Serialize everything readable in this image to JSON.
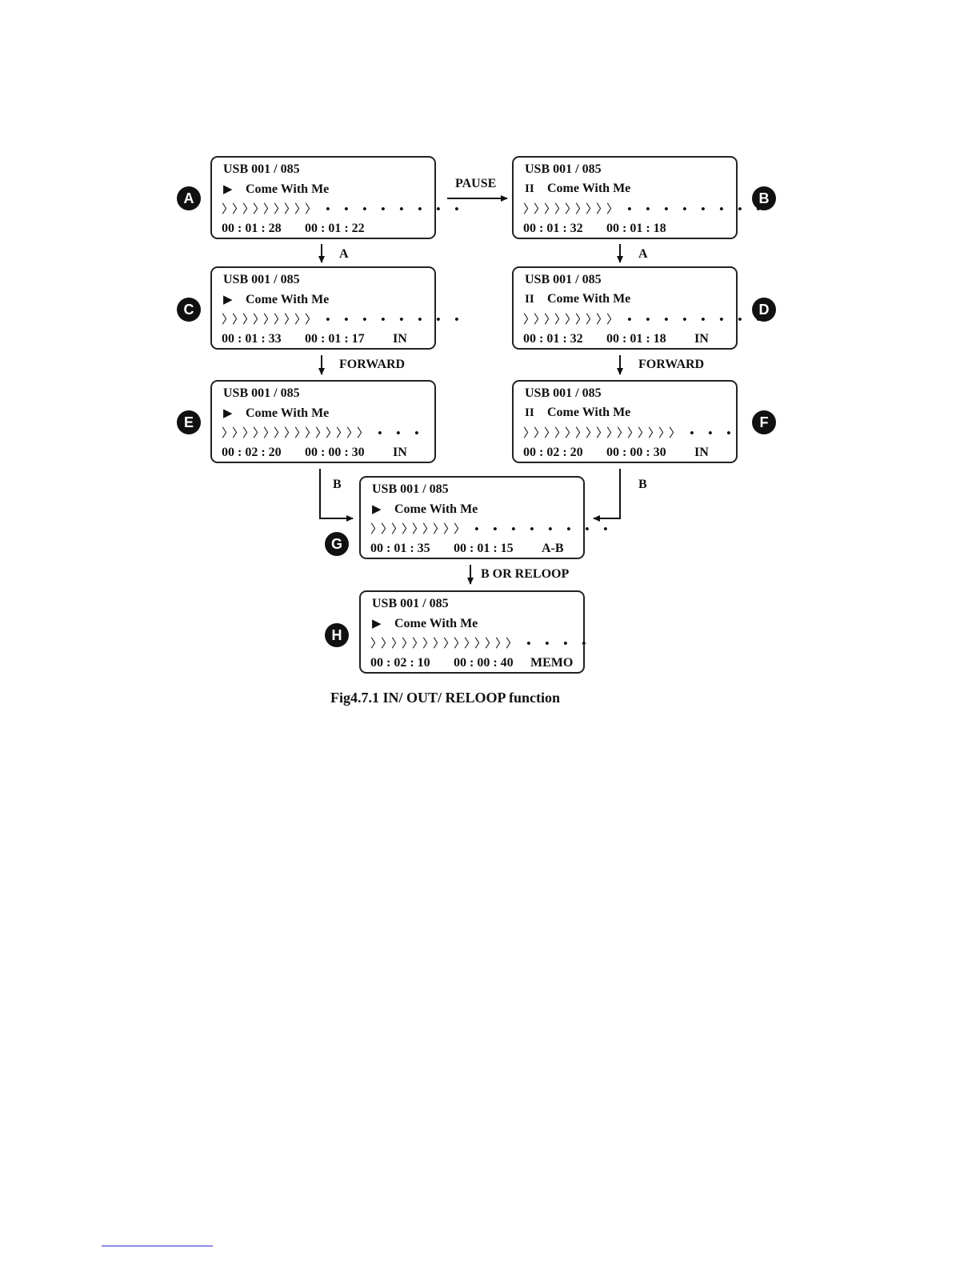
{
  "panels": {
    "A": {
      "badge": "A",
      "source": "USB  001 / 085",
      "symbol": "▶",
      "title": "Come  With  Me",
      "filled": "〉〉〉〉〉〉〉〉〉",
      "empty": "• • • • • • • •",
      "elapsed": "00 : 01 : 28",
      "remain": "00 : 01 : 22",
      "status": ""
    },
    "B": {
      "badge": "B",
      "source": "USB  001 / 085",
      "symbol": "II",
      "title": "Come  With  Me",
      "filled": "〉〉〉〉〉〉〉〉〉",
      "empty": "• • • • • • • •",
      "elapsed": "00 : 01 : 32",
      "remain": "00 : 01 : 18",
      "status": ""
    },
    "C": {
      "badge": "C",
      "source": "USB  001 / 085",
      "symbol": "▶",
      "title": "Come  With  Me",
      "filled": "〉〉〉〉〉〉〉〉〉",
      "empty": "• • • • • • • •",
      "elapsed": "00 : 01 : 33",
      "remain": "00 : 01 : 17",
      "status": "IN"
    },
    "D": {
      "badge": "D",
      "source": "USB  001 / 085",
      "symbol": "II",
      "title": "Come  With  Me",
      "filled": "〉〉〉〉〉〉〉〉〉",
      "empty": "• • • • • • • •",
      "elapsed": "00 : 01 : 32",
      "remain": "00 : 01 : 18",
      "status": "IN"
    },
    "E": {
      "badge": "E",
      "source": "USB  001 / 085",
      "symbol": "▶",
      "title": "Come  With  Me",
      "filled": "〉〉〉〉〉〉〉〉〉〉〉〉〉〉",
      "empty": "• • •",
      "elapsed": "00 : 02 : 20",
      "remain": "00 : 00 : 30",
      "status": "IN"
    },
    "F": {
      "badge": "F",
      "source": "USB  001 / 085",
      "symbol": "II",
      "title": "Come  With  Me",
      "filled": "〉〉〉〉〉〉〉〉〉〉〉〉〉〉〉",
      "empty": "• • •",
      "elapsed": "00 : 02 : 20",
      "remain": "00 : 00 : 30",
      "status": "IN"
    },
    "G": {
      "badge": "G",
      "source": "USB  001 / 085",
      "symbol": "▶",
      "title": "Come  With  Me",
      "filled": "〉〉〉〉〉〉〉〉〉",
      "empty": "• • • • • • • •",
      "elapsed": "00 : 01 : 35",
      "remain": "00 : 01 : 15",
      "status": "A-B"
    },
    "H": {
      "badge": "H",
      "source": "USB  001 / 085",
      "symbol": "▶",
      "title": "Come  With  Me",
      "filled": "〉〉〉〉〉〉〉〉〉〉〉〉〉〉",
      "empty": "• • • •",
      "elapsed": "00 : 02 : 10",
      "remain": "00 : 00 : 40",
      "status": "MEMO"
    }
  },
  "transitions": {
    "a_to_b": "PAUSE",
    "a_to_c": "A",
    "b_to_d": "A",
    "c_to_e": "FORWARD",
    "d_to_f": "FORWARD",
    "e_to_g": "B",
    "f_to_g": "B",
    "g_to_h": "B  OR  RELOOP"
  },
  "caption": "Fig4.7.1  IN/ OUT/ RELOOP function"
}
